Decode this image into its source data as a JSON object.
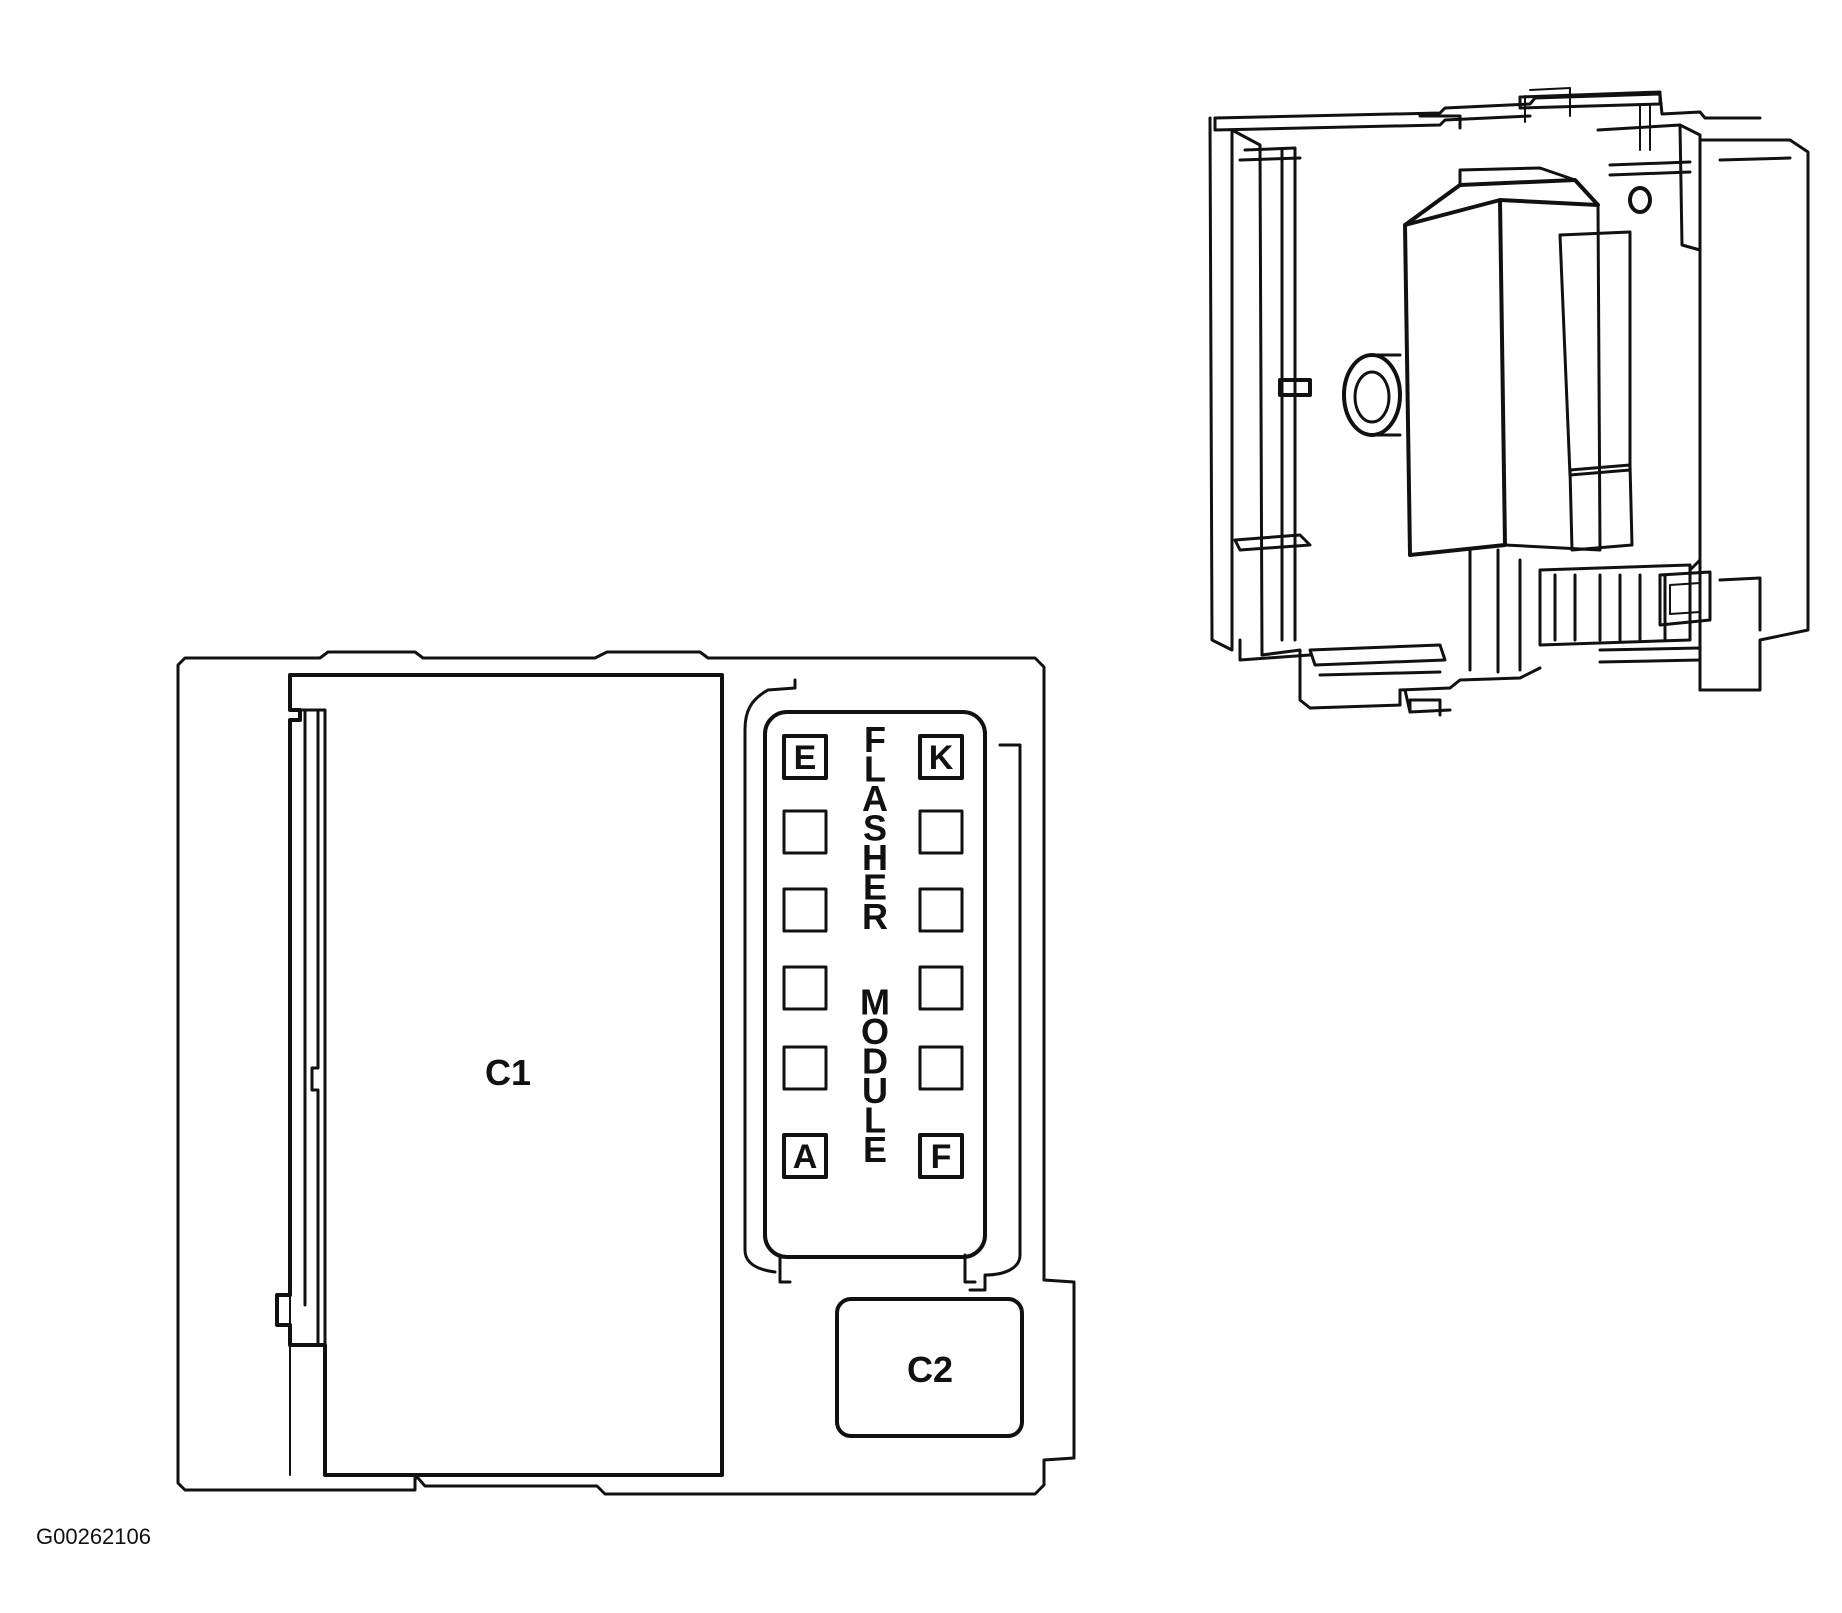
{
  "module": {
    "vertical_label": "FLASHER MODULE",
    "pins": [
      {
        "label": "E"
      },
      {
        "label": "K"
      },
      {
        "label": ""
      },
      {
        "label": ""
      },
      {
        "label": ""
      },
      {
        "label": ""
      },
      {
        "label": ""
      },
      {
        "label": ""
      },
      {
        "label": ""
      },
      {
        "label": ""
      },
      {
        "label": "A"
      },
      {
        "label": "F"
      }
    ]
  },
  "connectors": {
    "c1": "C1",
    "c2": "C2"
  },
  "figure_id": "G00262106"
}
